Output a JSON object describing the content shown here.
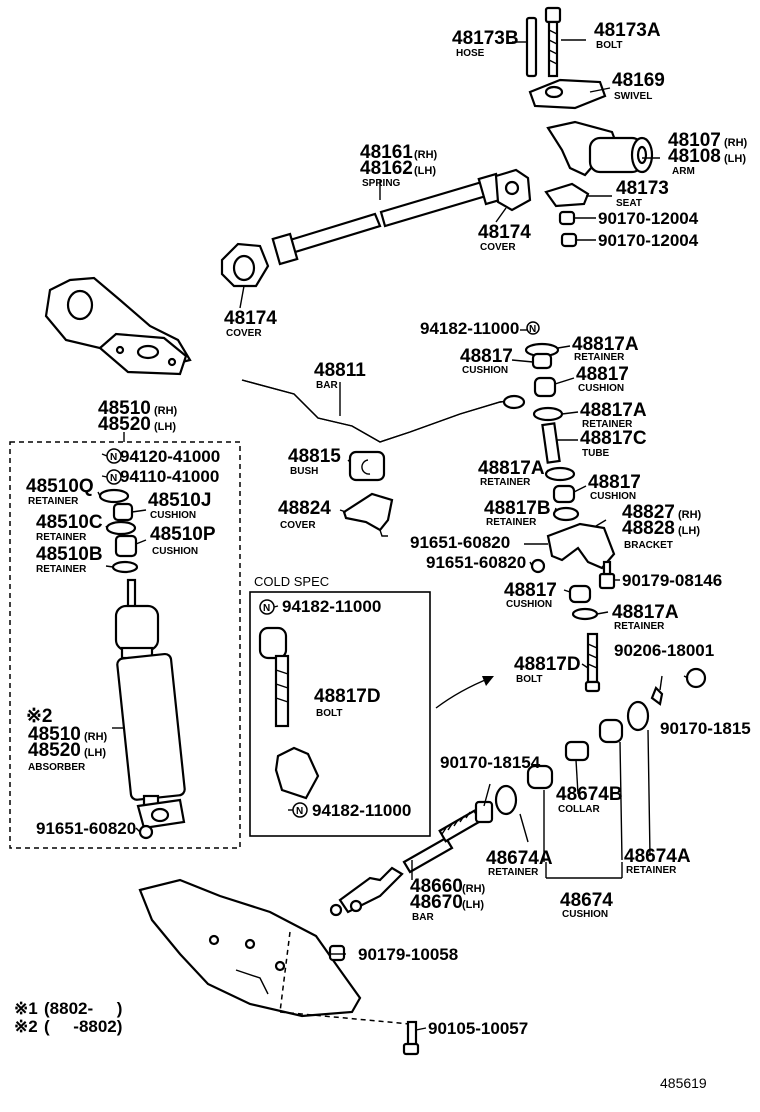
{
  "parts": {
    "p48173B": "48173B",
    "p48173B_desc": "HOSE",
    "p48173A": "48173A",
    "p48173A_desc": "BOLT",
    "p48169": "48169",
    "p48169_desc": "SWIVEL",
    "p48107": "48107",
    "p48107_side": "(RH)",
    "p48108": "48108",
    "p48108_side": "(LH)",
    "p48107_desc": "ARM",
    "p48161": "48161",
    "p48161_side": "(RH)",
    "p48162": "48162",
    "p48162_side": "(LH)",
    "p48161_desc": "SPRING",
    "p48173": "48173",
    "p48173_desc": "SEAT",
    "p90170_12004_a": "90170-12004",
    "p90170_12004_b": "90170-12004",
    "p48174_top": "48174",
    "p48174_top_desc": "COVER",
    "p48174_left": "48174",
    "p48174_left_desc": "COVER",
    "p94182_top": "94182-11000",
    "p48817A_1": "48817A",
    "p48817A_1_desc": "RETAINER",
    "p48817_1": "48817",
    "p48817_1_desc": "CUSHION",
    "p48817_2": "48817",
    "p48817_2_desc": "CUSHION",
    "p48811": "48811",
    "p48811_desc": "BAR",
    "p48817A_2": "48817A",
    "p48817A_2_desc": "RETAINER",
    "p48817C": "48817C",
    "p48817C_desc": "TUBE",
    "p48510": "48510",
    "p48510_side": "(RH)",
    "p48520": "48520",
    "p48520_side": "(LH)",
    "p48815": "48815",
    "p48815_desc": "BUSH",
    "p48817A_3": "48817A",
    "p48817A_3_desc": "RETAINER",
    "p48817_3": "48817",
    "p48817_3_desc": "CUSHION",
    "p94120": "94120-41000",
    "p94110": "94110-41000",
    "p48510Q": "48510Q",
    "p48510Q_desc": "RETAINER",
    "p48510J": "48510J",
    "p48510J_desc": "CUSHION",
    "p48824": "48824",
    "p48824_desc": "COVER",
    "p48817B": "48817B",
    "p48817B_desc": "RETAINER",
    "p48827": "48827",
    "p48827_side": "(RH)",
    "p48828": "48828",
    "p48828_side": "(LH)",
    "p48827_desc": "BRACKET",
    "p48510C": "48510C",
    "p48510C_desc": "RETAINER",
    "p48510P": "48510P",
    "p48510P_desc": "CUSHION",
    "p91651_a": "91651-60820",
    "p91651_b": "91651-60820",
    "p48510B": "48510B",
    "p48510B_desc": "RETAINER",
    "p90179_08146": "90179-08146",
    "p48817_4": "48817",
    "p48817_4_desc": "CUSHION",
    "p48817A_4": "48817A",
    "p48817A_4_desc": "RETAINER",
    "cold_spec_title": "COLD SPEC",
    "p94182_cold_top": "94182-11000",
    "p48817D_cold": "48817D",
    "p48817D_cold_desc": "BOLT",
    "p94182_cold_bot": "94182-11000",
    "p48817D": "48817D",
    "p48817D_desc": "BOLT",
    "p90206": "90206-18001",
    "p90170_18154_r": "90170-1815",
    "p2_mark": "※2",
    "p48510_abs": "48510",
    "p48510_abs_side": "(RH)",
    "p48520_abs": "48520",
    "p48520_abs_side": "(LH)",
    "p48510_abs_desc": "ABSORBER",
    "p90170_18154": "90170-18154",
    "p48674B": "48674B",
    "p48674B_desc": "COLLAR",
    "p91651_c": "91651-60820",
    "p48674A_l": "48674A",
    "p48674A_l_desc": "RETAINER",
    "p48674A_r": "48674A",
    "p48674A_r_desc": "RETAINER",
    "p48660": "48660",
    "p48660_side": "(RH)",
    "p48670": "48670",
    "p48670_side": "(LH)",
    "p48660_desc": "BAR",
    "p48674": "48674",
    "p48674_desc": "CUSHION",
    "p90179_10058": "90179-10058",
    "p90105_10057": "90105-10057",
    "note1_mark": "※1",
    "note1_text": "(8802-     )",
    "note2_mark": "※2",
    "note2_text": "(     -8802)",
    "circle_n": "N",
    "figure_no": "485619"
  }
}
